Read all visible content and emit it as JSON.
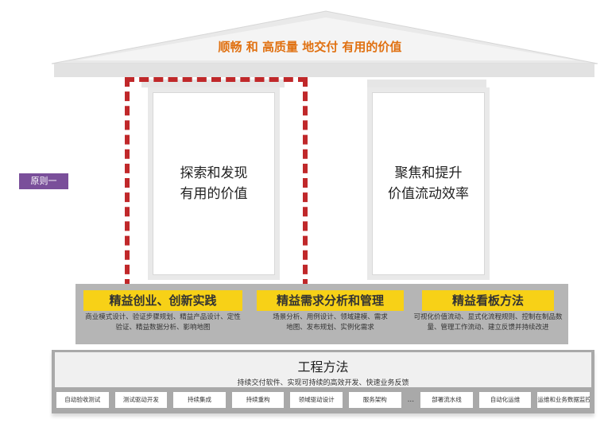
{
  "roof": {
    "title": "顺畅 和 高质量 地交付 有用的价值"
  },
  "principle_badge": "原则一",
  "pillars": [
    {
      "label": "探索和发现\n有用的价值"
    },
    {
      "label": "聚焦和提升\n价值流动效率"
    }
  ],
  "practices": [
    {
      "title": "精益创业、创新实践",
      "desc": "商业模式设计、验证步骤规划、精益产品设计、定性验证、精益数据分析、影响地图"
    },
    {
      "title": "精益需求分析和管理",
      "desc": "场景分析、用例设计、领域建模、需求地图、发布规划、实例化需求"
    },
    {
      "title": "精益看板方法",
      "desc": "可视化价值流动、显式化流程规则、控制在制品数量、管理工作流动、建立反馈并持续改进"
    }
  ],
  "engineering": {
    "title": "工程方法",
    "subtitle": "持续交付软件、实现可持续的高效开发、快速业务反馈",
    "items": [
      "自动验收测试",
      "测试驱动开发",
      "持续集成",
      "持续重构",
      "领域驱动设计",
      "服务架构",
      "...",
      "部署流水线",
      "自动化运维",
      "运维和业务数据监控"
    ]
  },
  "colors": {
    "accent": "#f7d117",
    "dash": "#c0282a",
    "badge": "#7a4f9a",
    "roof_text": "#e07010"
  }
}
